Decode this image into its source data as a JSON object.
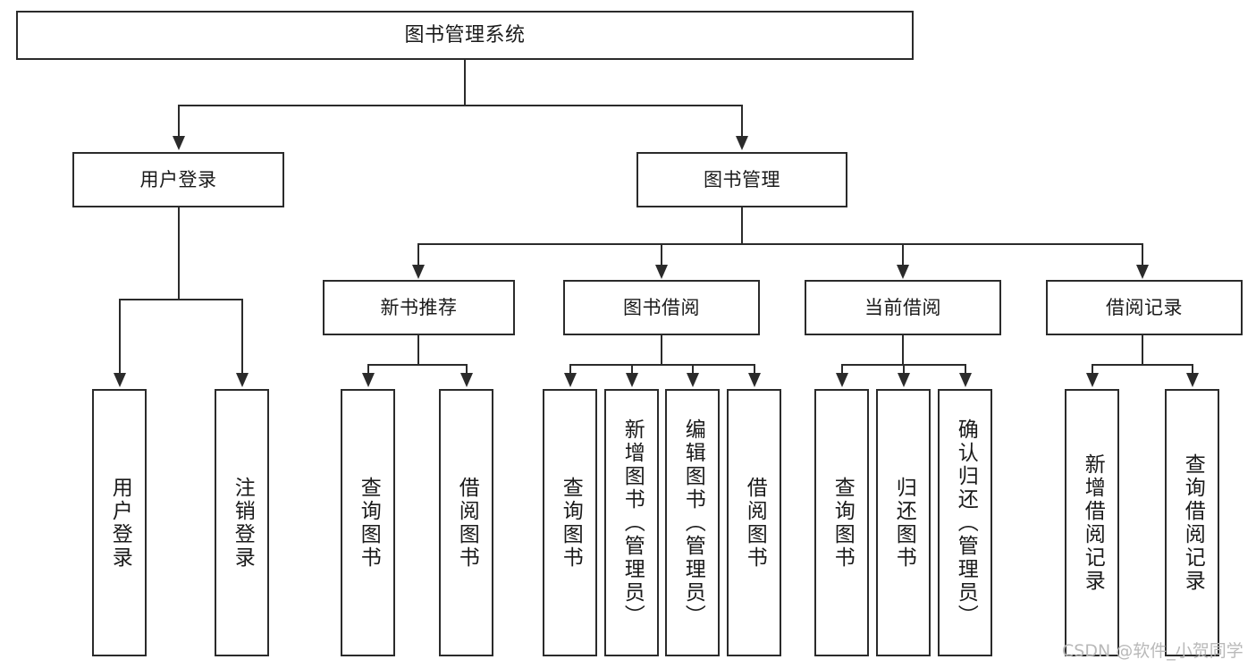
{
  "diagram": {
    "type": "tree-hierarchy",
    "title": "图书管理系统",
    "orientation": "top-down",
    "colors": {
      "stroke": "#2b2b2b",
      "fill": "#ffffff",
      "text": "#1a1a1a",
      "watermark": "#b9b9b9"
    }
  },
  "root": {
    "label": "图书管理系统"
  },
  "level2": [
    {
      "label": "用户登录"
    },
    {
      "label": "图书管理"
    }
  ],
  "level3": [
    {
      "label": "新书推荐"
    },
    {
      "label": "图书借阅"
    },
    {
      "label": "当前借阅"
    },
    {
      "label": "借阅记录"
    }
  ],
  "leaves": {
    "user_login": [
      {
        "label": "用户登录"
      },
      {
        "label": "注销登录"
      }
    ],
    "new_book_recommend": [
      {
        "label": "查询图书"
      },
      {
        "label": "借阅图书"
      }
    ],
    "book_borrow": [
      {
        "label": "查询图书"
      },
      {
        "label": "新增图书（管理员）"
      },
      {
        "label": "编辑图书（管理员）"
      },
      {
        "label": "借阅图书"
      }
    ],
    "current_borrow": [
      {
        "label": "查询图书"
      },
      {
        "label": "归还图书"
      },
      {
        "label": "确认归还（管理员）"
      }
    ],
    "borrow_record": [
      {
        "label": "新增借阅记录"
      },
      {
        "label": "查询借阅记录"
      }
    ]
  },
  "watermark": {
    "text": "CSDN @软件_小贺同学"
  }
}
